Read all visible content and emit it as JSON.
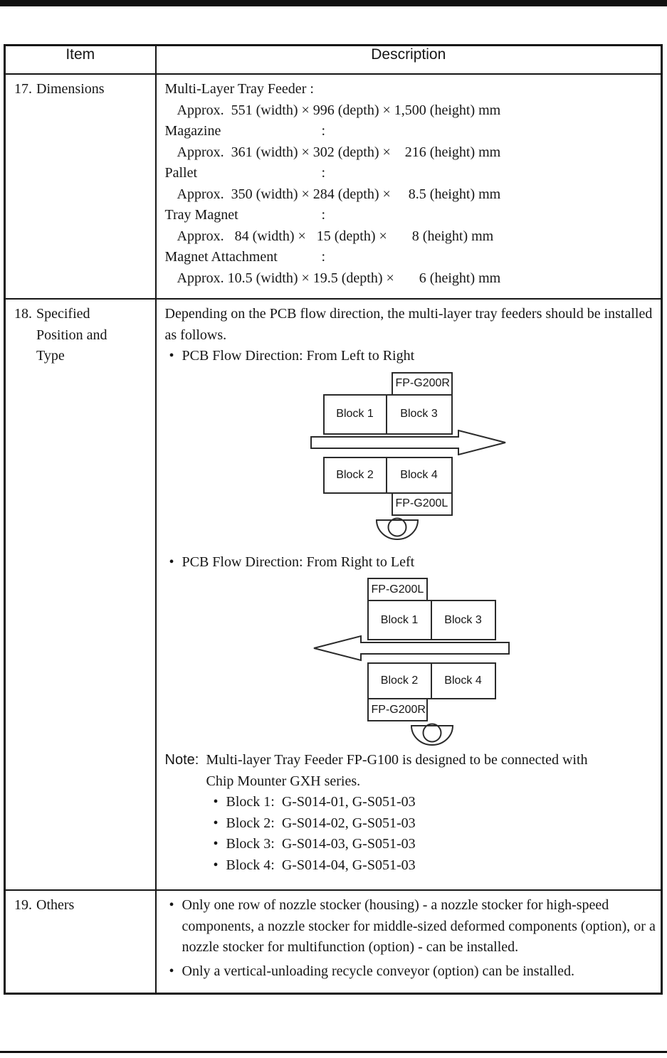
{
  "header": {
    "item": "Item",
    "description": "Description"
  },
  "row17": {
    "number": "17.",
    "title": "Dimensions",
    "colon": ":",
    "lines": [
      {
        "label": "Multi-Layer Tray Feeder",
        "value": "Approx.  551 (width) × 996 (depth) × 1,500 (height) mm"
      },
      {
        "label": "Magazine",
        "value": "Approx.  361 (width) × 302 (depth) ×    216 (height) mm"
      },
      {
        "label": "Pallet",
        "value": "Approx.  350 (width) × 284 (depth) ×     8.5 (height) mm"
      },
      {
        "label": "Tray Magnet",
        "value": "Approx.   84 (width) ×   15 (depth) ×       8 (height) mm"
      },
      {
        "label": "Magnet Attachment",
        "value": "Approx. 10.5 (width) × 19.5 (depth) ×       6 (height) mm"
      }
    ]
  },
  "row18": {
    "number": "18.",
    "title": "Specified Position and Type",
    "intro": "Depending on the PCB flow direction, the multi-layer tray feeders should be installed as follows.",
    "bullet1": "PCB Flow Direction: From Left to Right",
    "bullet2": "PCB Flow Direction: From Right to Left",
    "diagram_lr": {
      "top_label": "FP-G200R",
      "bottom_label": "FP-G200L",
      "blocks": [
        "Block 1",
        "Block 3",
        "Block 2",
        "Block 4"
      ],
      "arrow_direction": "right"
    },
    "diagram_rl": {
      "top_label": "FP-G200L",
      "bottom_label": "FP-G200R",
      "blocks": [
        "Block 1",
        "Block 3",
        "Block 2",
        "Block 4"
      ],
      "arrow_direction": "left"
    },
    "note_label": "Note:",
    "note_line1": "Multi-layer Tray Feeder FP-G100 is designed to be connected with",
    "note_line2": "Chip Mounter GXH series.",
    "note_bullets": [
      "Block 1:  G-S014-01, G-S051-03",
      "Block 2:  G-S014-02, G-S051-03",
      "Block 3:  G-S014-03, G-S051-03",
      "Block 4:  G-S014-04, G-S051-03"
    ]
  },
  "row19": {
    "number": "19.",
    "title": "Others",
    "bullets": [
      "Only one row of nozzle stocker (housing) - a nozzle stocker for high-speed components, a nozzle stocker for middle-sized deformed components (option), or a nozzle stocker for multifunction (option) - can be installed.",
      "Only a vertical-unloading recycle conveyor (option) can be installed."
    ]
  }
}
